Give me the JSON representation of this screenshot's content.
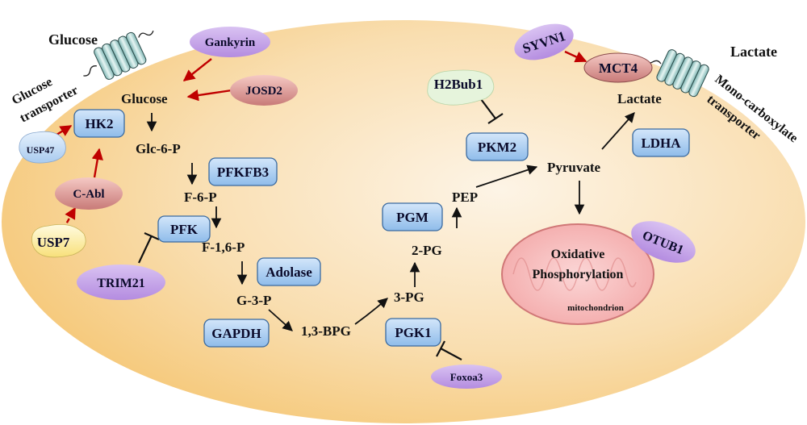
{
  "colors": {
    "cell_fill_light": "#fdf1e0",
    "cell_fill_dark": "#f6c77a",
    "enzyme_fill": "#a9cdf2",
    "enzyme_stroke": "#3a6aa0",
    "purple_fill": "#c7a5ea",
    "pink_fill": "#e89a9a",
    "yellow_fill": "#fff0a8",
    "green_fill": "#e9f6df",
    "mito_fill": "#f7b8b8",
    "red_arrow": "#c00000"
  },
  "outside": {
    "glucose_top": "Glucose",
    "glucose_transporter": [
      "Glucose",
      "transporter"
    ],
    "lactate_top": "Lactate",
    "mct_transporter": [
      "Mono-carboxylate",
      "transporter"
    ]
  },
  "metabolites": {
    "glucose": "Glucose",
    "glc6p": "Glc-6-P",
    "f6p": "F-6-P",
    "f16p": "F-1,6-P",
    "g3p": "G-3-P",
    "bpg13": "1,3-BPG",
    "pg3": "3-PG",
    "pg2": "2-PG",
    "pep": "PEP",
    "pyruvate": "Pyruvate",
    "lactate": "Lactate"
  },
  "enzymes": {
    "hk2": "HK2",
    "pfkfb3": "PFKFB3",
    "pfk": "PFK",
    "adolase": "Adolase",
    "gapdh": "GAPDH",
    "pgk1": "PGK1",
    "pgm": "PGM",
    "pkm2": "PKM2",
    "ldha": "LDHA",
    "mct4": "MCT4"
  },
  "regulators": {
    "gankyrin": "Gankyrin",
    "josd2": "JOSD2",
    "usp47": "USP47",
    "cabl": "C-Abl",
    "usp7": "USP7",
    "trim21": "TRIM21",
    "h2bub1": "H2Bub1",
    "syvn1": "SYVN1",
    "otub1": "OTUB1",
    "foxoa3": "Foxoa3"
  },
  "mitochondrion": {
    "line1": "Oxidative",
    "line2": "Phosphorylation",
    "name": "mitochondrion"
  }
}
